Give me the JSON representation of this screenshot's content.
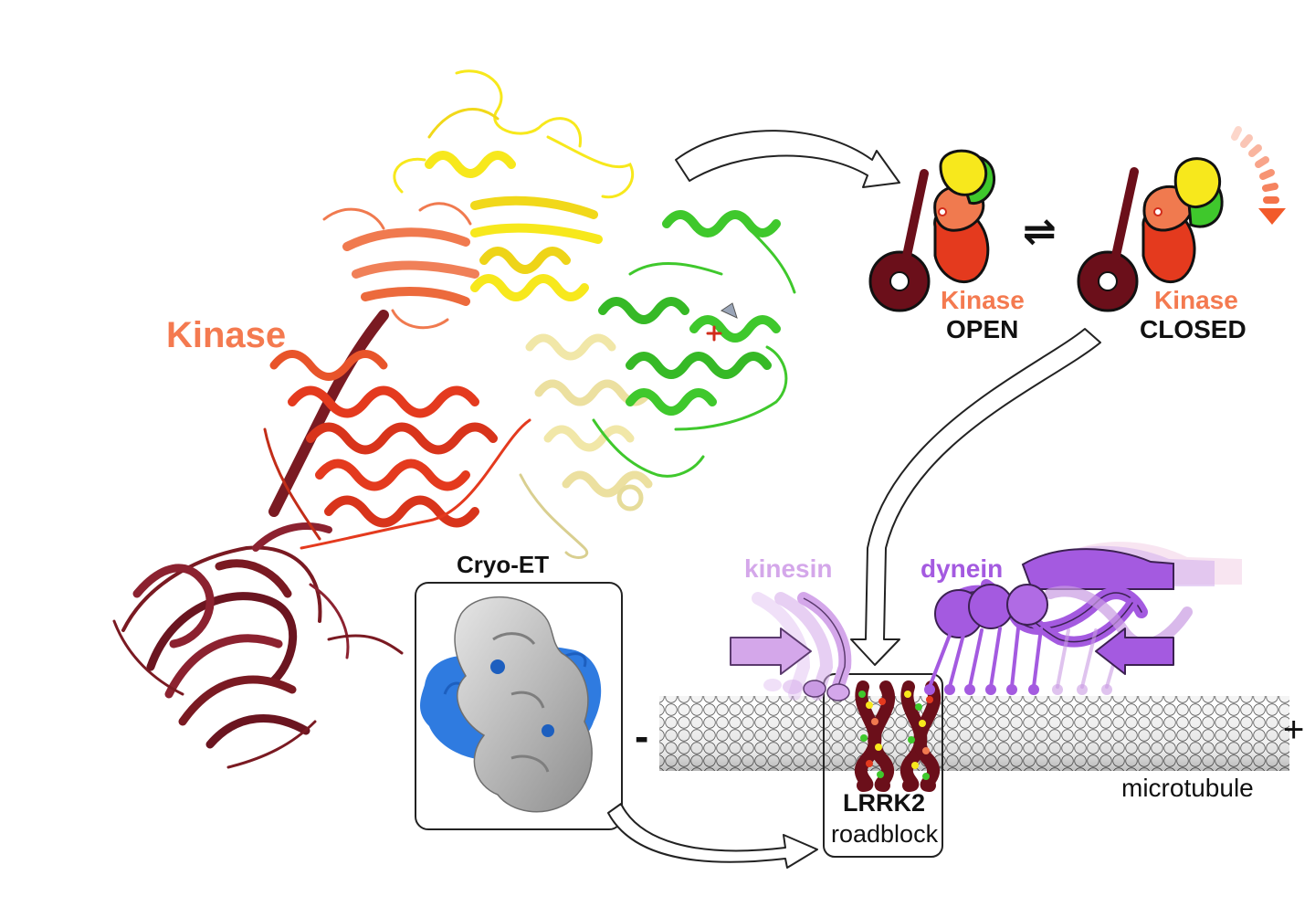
{
  "labels": {
    "kinase_main": "Kinase",
    "state_open": {
      "kinase": "Kinase",
      "state": "OPEN"
    },
    "state_closed": {
      "kinase": "Kinase",
      "state": "CLOSED"
    },
    "equilibrium_symbol": "⇌",
    "cryo_et": "Cryo-ET",
    "kinesin": "kinesin",
    "dynein": "dynein",
    "minus_end": "-",
    "plus_end": "+",
    "microtubule": "microtubule",
    "lrrk2": "LRRK2",
    "roadblock": "roadblock"
  },
  "colors": {
    "dark_red": "#7a1a22",
    "red": "#e43a1e",
    "orange": "#f07a4f",
    "yellow": "#f7e81c",
    "pale_yellow": "#f1e7a8",
    "green": "#3fc82c",
    "kinase_text": "#f47a50",
    "blue": "#2f7be0",
    "grey_density": "#b9b9b9",
    "kinesin_purple": "#d4a7ea",
    "dynein_purple": "#a45ae0"
  }
}
